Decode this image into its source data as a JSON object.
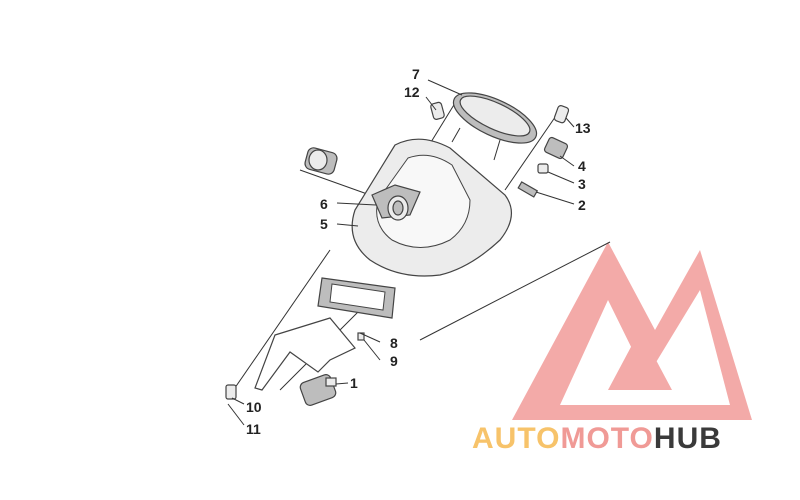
{
  "callouts": [
    {
      "id": "7",
      "text": "7"
    },
    {
      "id": "12",
      "text": "12"
    },
    {
      "id": "13",
      "text": "13"
    },
    {
      "id": "4",
      "text": "4"
    },
    {
      "id": "3",
      "text": "3"
    },
    {
      "id": "2",
      "text": "2"
    },
    {
      "id": "6",
      "text": "6"
    },
    {
      "id": "5",
      "text": "5"
    },
    {
      "id": "8",
      "text": "8"
    },
    {
      "id": "9",
      "text": "9"
    },
    {
      "id": "1",
      "text": "1"
    },
    {
      "id": "10",
      "text": "10"
    },
    {
      "id": "11",
      "text": "11"
    }
  ],
  "watermark": {
    "part1": "AUTO",
    "part2": "MOTO",
    "part3": "HUB",
    "colors": {
      "auto": "#f7c36a",
      "moto": "#f09a96",
      "hub": "#3a3a3a",
      "logo": "#f29c9a"
    }
  }
}
